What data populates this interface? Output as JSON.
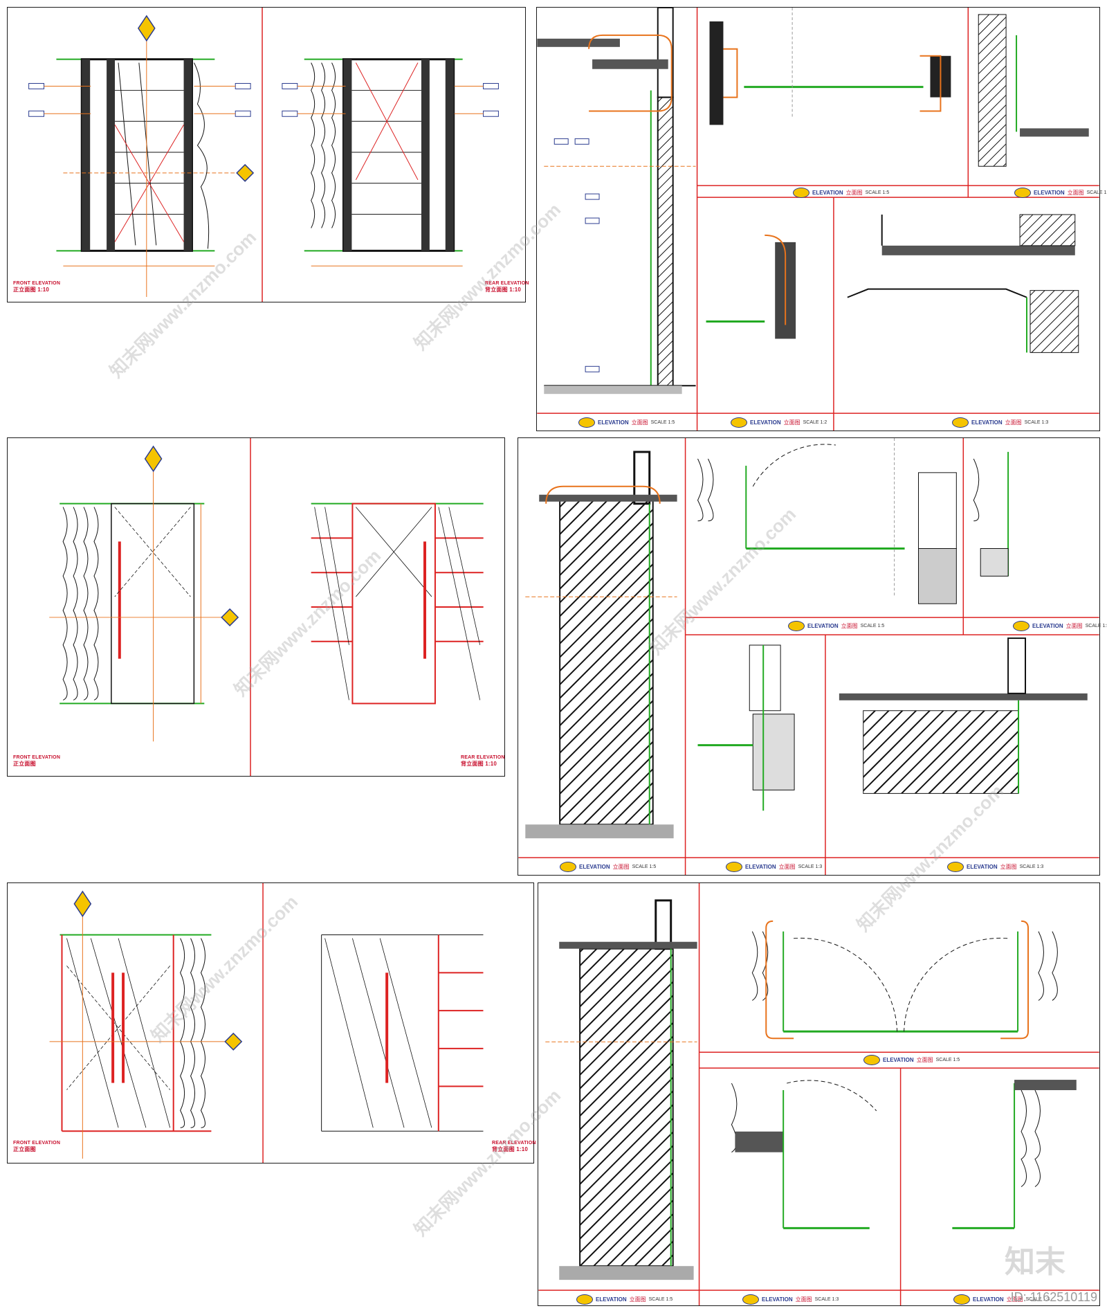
{
  "titles": {
    "front_elevation_en": "FRONT ELEVATION",
    "front_elevation_1_cn": "正立面图 1:10",
    "rear_elevation_en": "REAR ELEVATION",
    "rear_elevation_1_cn": "背立面图 1:10",
    "front_elevation_2_cn": "正立面图",
    "rear_elevation_2_cn": "背立面图 1:10",
    "front_elevation_3_cn": "正立面图",
    "rear_elevation_3_cn": "背立面图 1:10"
  },
  "captions": {
    "elevation": "ELEVATION",
    "elevation_cn": "立面图",
    "scale_1_5": "SCALE 1:5",
    "scale_1_2": "SCALE 1:2",
    "scale_1_3": "SCALE 1:3"
  },
  "watermark": "知末网www.znzmo.com",
  "logo_text": "知末",
  "image_id": "ID: 1162510119",
  "colors": {
    "red": "#d22222",
    "green": "#22aa33",
    "orange": "#e8731c",
    "black": "#1a1a1a",
    "tag_border": "#2a3b8f",
    "tag_fill": "#f5c400"
  }
}
